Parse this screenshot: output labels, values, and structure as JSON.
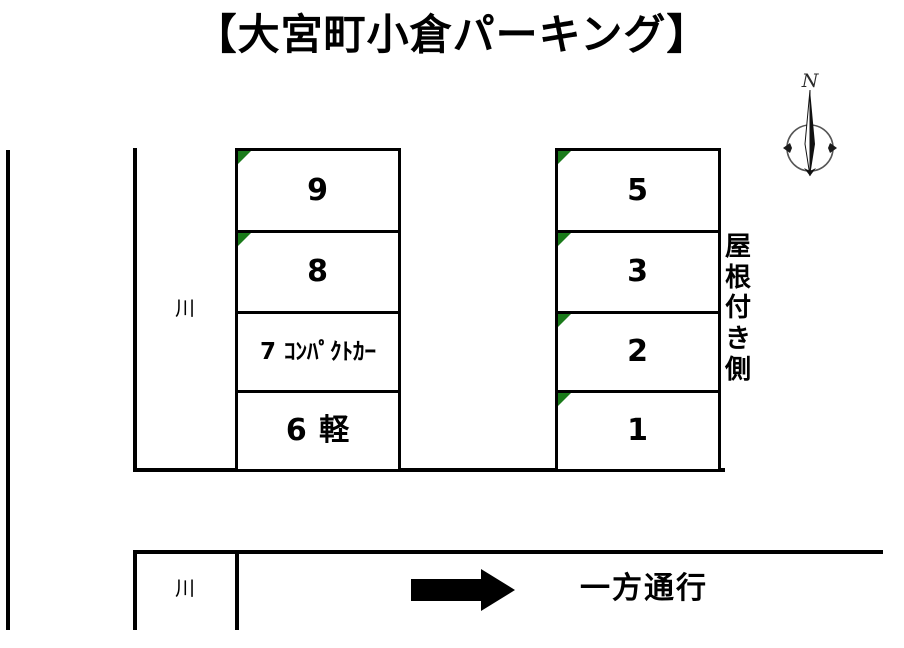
{
  "title": "【大宮町小倉パーキング】",
  "compass": {
    "north_label": "N",
    "icon": "compass-rose-icon"
  },
  "roofed_side_label": "屋根付き側",
  "rivers": {
    "upper_label": "川",
    "lower_label": "川"
  },
  "blocks": {
    "left": {
      "name": "left-parking-block",
      "stalls": [
        {
          "label": "9",
          "marked": true,
          "size": "normal"
        },
        {
          "label": "8",
          "marked": true,
          "size": "normal"
        },
        {
          "label": "7 ｺﾝﾊﾟｸﾄｶｰ",
          "marked": false,
          "size": "small"
        },
        {
          "label": "6 軽",
          "marked": false,
          "size": "normal"
        }
      ]
    },
    "right": {
      "name": "right-parking-block",
      "stalls": [
        {
          "label": "5",
          "marked": true,
          "size": "normal"
        },
        {
          "label": "3",
          "marked": true,
          "size": "normal"
        },
        {
          "label": "2",
          "marked": true,
          "size": "normal"
        },
        {
          "label": "1",
          "marked": true,
          "size": "normal"
        }
      ]
    }
  },
  "road": {
    "direction_text": "一方通行",
    "arrow_direction": "right",
    "arrow_icon": "right-arrow-icon"
  },
  "colors": {
    "line": "#000000",
    "marker_green": "#1a7a1a",
    "background": "#ffffff"
  }
}
